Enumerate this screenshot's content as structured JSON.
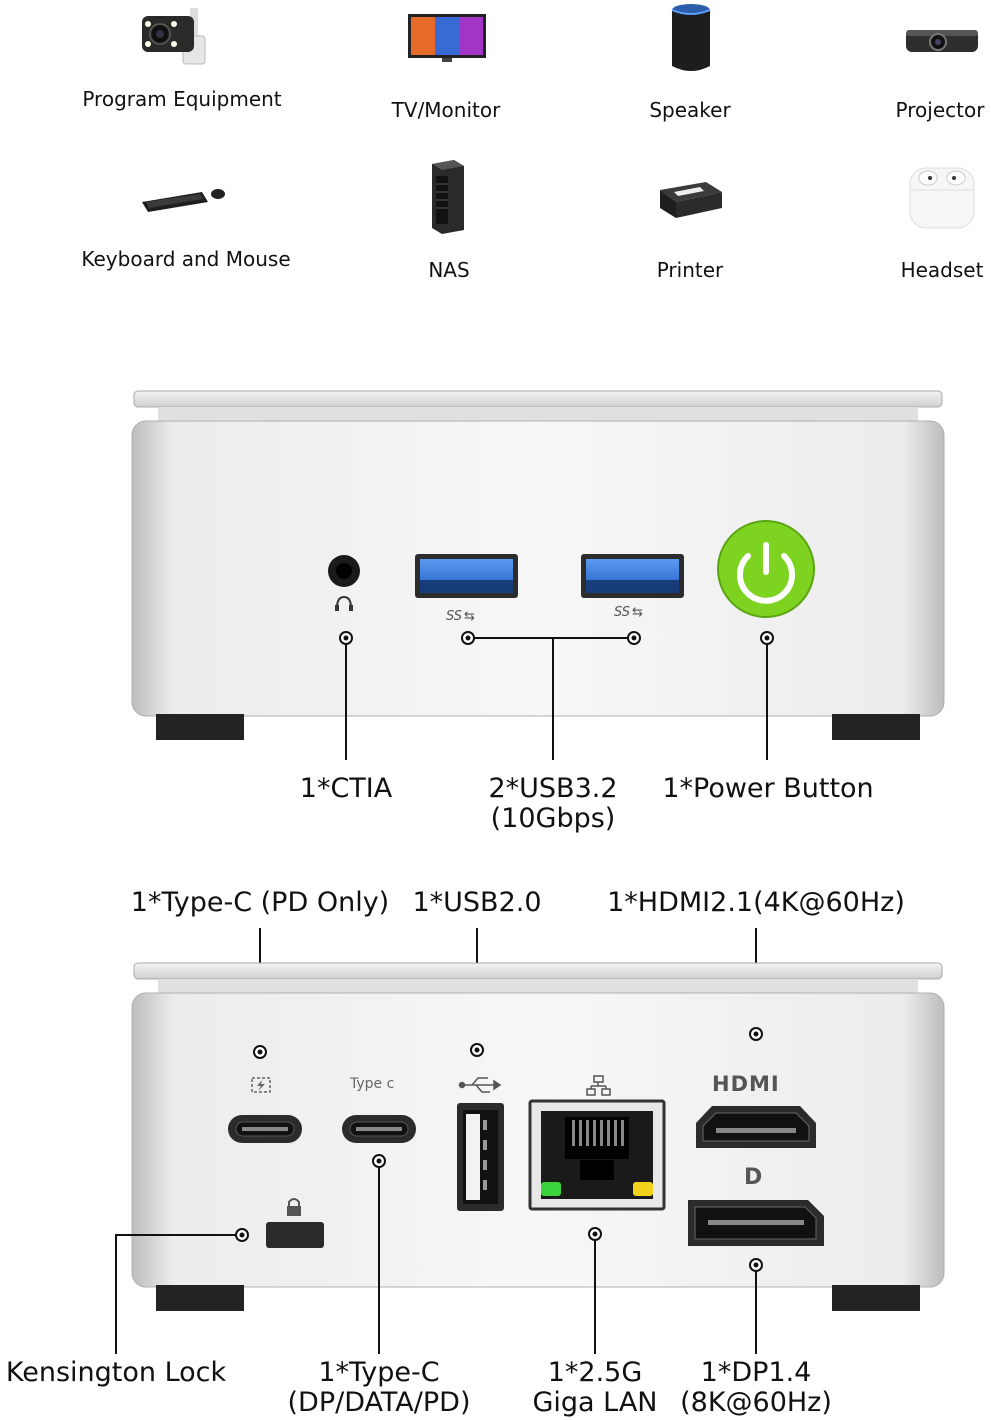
{
  "devices": [
    {
      "label": "Program Equipment",
      "icon": "security-camera-icon"
    },
    {
      "label": "TV/Monitor",
      "icon": "tv-icon"
    },
    {
      "label": "Speaker",
      "icon": "smart-speaker-icon"
    },
    {
      "label": "Projector",
      "icon": "projector-icon"
    },
    {
      "label": "Keyboard and Mouse",
      "icon": "keyboard-mouse-icon"
    },
    {
      "label": "NAS",
      "icon": "nas-server-icon"
    },
    {
      "label": "Printer",
      "icon": "printer-icon"
    },
    {
      "label": "Headset",
      "icon": "earbuds-icon"
    }
  ],
  "front_panel": {
    "ctia": "1*CTIA",
    "usb32_line1": "2*USB3.2",
    "usb32_line2": "(10Gbps)",
    "power": "1*Power Button",
    "ss_mark": "SS",
    "power_color": "#7ed321"
  },
  "rear_panel": {
    "typec_pd": "1*Type-C (PD Only)",
    "usb20": "1*USB2.0",
    "hdmi": "1*HDMI2.1(4K@60Hz)",
    "kensington": "Kensington Lock",
    "typec_line1": "1*Type-C",
    "typec_line2": "(DP/DATA/PD)",
    "lan_line1": "1*2.5G",
    "lan_line2": "Giga LAN",
    "dp_line1": "1*DP1.4",
    "dp_line2": "(8K@60Hz)",
    "typec_port_text": "Type c",
    "hdmi_logo": "HDMI",
    "dp_logo": "D",
    "led_green": "#3cd43c",
    "led_yellow": "#f2d21a"
  }
}
